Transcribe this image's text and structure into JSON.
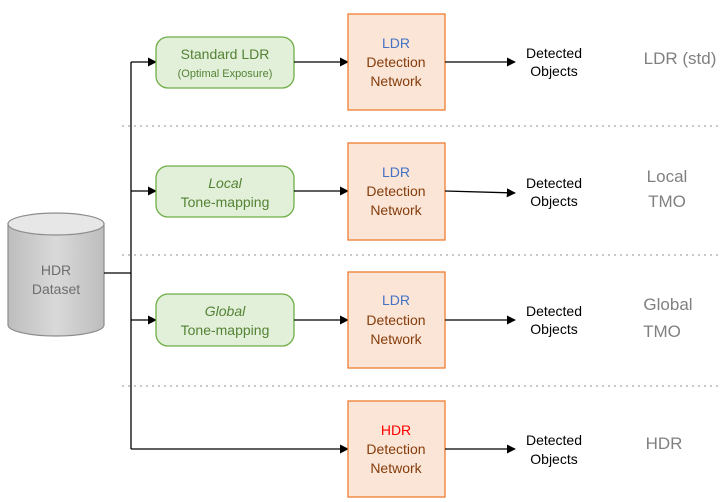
{
  "source": {
    "line1": "HDR",
    "line2": "Dataset"
  },
  "rows": [
    {
      "pre": {
        "line1": "Standard LDR",
        "line2": "(Optimal Exposure)",
        "style": "normal"
      },
      "network": {
        "kind": "LDR",
        "kind_color": "#4472c4",
        "line2": "Detection",
        "line3": "Network"
      },
      "output": {
        "line1": "Detected",
        "line2": "Objects"
      },
      "label": {
        "line1": "LDR (std)",
        "line2": ""
      }
    },
    {
      "pre": {
        "line1": "Local",
        "line2": "Tone-mapping",
        "style": "italic-first"
      },
      "network": {
        "kind": "LDR",
        "kind_color": "#4472c4",
        "line2": "Detection",
        "line3": "Network"
      },
      "output": {
        "line1": "Detected",
        "line2": "Objects"
      },
      "label": {
        "line1": "Local",
        "line2": "TMO"
      }
    },
    {
      "pre": {
        "line1": "Global",
        "line2": "Tone-mapping",
        "style": "italic-first"
      },
      "network": {
        "kind": "LDR",
        "kind_color": "#4472c4",
        "line2": "Detection",
        "line3": "Network"
      },
      "output": {
        "line1": "Detected",
        "line2": "Objects"
      },
      "label": {
        "line1": "Global",
        "line2": "TMO"
      }
    },
    {
      "pre": null,
      "network": {
        "kind": "HDR",
        "kind_color": "#ff0000",
        "line2": "Detection",
        "line3": "Network"
      },
      "output": {
        "line1": "Detected",
        "line2": "Objects"
      },
      "label": {
        "line1": "HDR",
        "line2": ""
      }
    }
  ]
}
